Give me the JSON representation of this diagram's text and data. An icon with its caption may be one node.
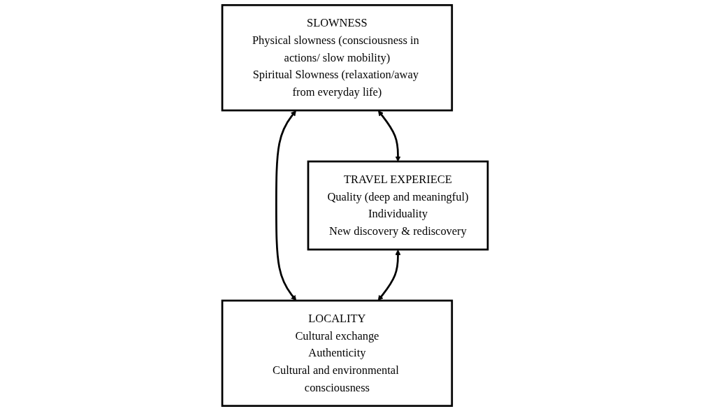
{
  "diagram": {
    "nodes": [
      {
        "text": [
          "SLOWNESS",
          "Physical slowness (consciousness in actions/ slow mobility)",
          "Spiritual Slowness (relaxation/away from everyday life)"
        ]
      },
      {
        "text": [
          "TRAVEL EXPERIECE",
          "Quality (deep and meaningful)",
          "Individuality",
          "New discovery & rediscovery"
        ]
      },
      {
        "text": [
          "LOCALITY",
          "Cultural exchange",
          "Authenticity",
          "Cultural and environmental consciousness"
        ]
      }
    ],
    "edges": [
      {
        "from": 0,
        "to": 1,
        "arrow": "both"
      },
      {
        "from": 0,
        "to": 2,
        "arrow": "both"
      },
      {
        "from": 1,
        "to": 2,
        "arrow": "both"
      }
    ]
  }
}
